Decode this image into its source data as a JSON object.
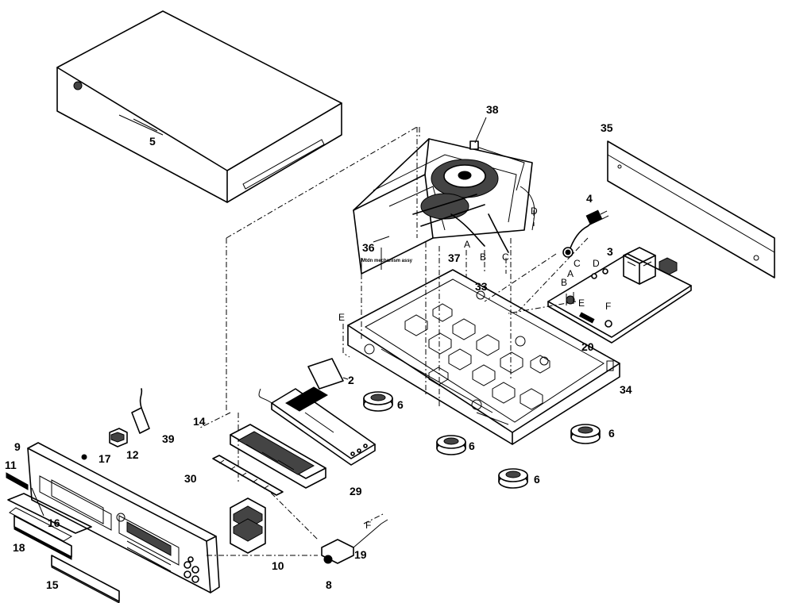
{
  "labels": {
    "p2": "2",
    "p3": "3",
    "p4": "4",
    "p5": "5",
    "p8": "8",
    "p9": "9",
    "p10": "10",
    "p11": "11",
    "p12": "12",
    "p14": "14",
    "p15": "15",
    "p16": "16",
    "p17": "17",
    "p18": "18",
    "p19": "19",
    "p20": "20",
    "p29": "29",
    "p30": "30",
    "p33": "33",
    "p34": "34",
    "p35": "35",
    "p36": "36",
    "p37": "37",
    "p38": "38",
    "p39": "39",
    "p6": "6"
  },
  "mech_caption": "Mtdn mechanism assy",
  "connector_letters": {
    "a": "A",
    "b": "B",
    "c": "C",
    "d": "D",
    "e": "E",
    "f": "F"
  }
}
